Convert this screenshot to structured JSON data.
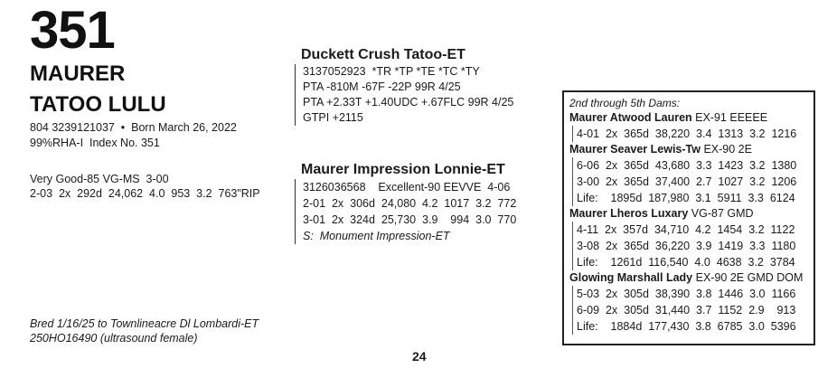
{
  "animal": {
    "lot_number": "351",
    "name_line1": "MAURER",
    "name_line2": "TATOO LULU",
    "id_line": "804 3239121037  •  Born March 26, 2022",
    "rha_line": "99%RHA-I  Index No. 351",
    "classification": "Very Good-85 VG-MS  3-00",
    "record": "2-03  2x  292d  24,062  4.0  953  3.2  763\"RIP"
  },
  "bred": {
    "line1": "Bred 1/16/25 to Townlineacre Dl Lombardi-ET",
    "line2": "250HO16490 (ultrasound female)"
  },
  "sire": {
    "name": "Duckett Crush Tatoo-ET",
    "lines": [
      "3137052923  *TR *TP *TE *TC *TY",
      "PTA -810M -67F -22P 99R 4/25",
      "PTA +2.33T +1.40UDC +.67FLC 99R 4/25",
      "GTPI +2115"
    ]
  },
  "dam": {
    "name": "Maurer Impression Lonnie-ET",
    "lines": [
      "3126036568    Excellent-90 EEVVE  4-06",
      "2-01  2x  306d  24,080  4.2  1017  3.2  772",
      "3-01  2x  324d  25,730  3.9    994  3.0  770"
    ],
    "sire_line": "S:  Monument Impression-ET"
  },
  "dams_box": {
    "heading": "2nd through 5th Dams:",
    "dams": [
      {
        "name": "Maurer Atwood Lauren",
        "class": " EX-91 EEEEE",
        "records": [
          "4-01  2x  365d  38,220  3.4  1313  3.2  1216"
        ]
      },
      {
        "name": "Maurer Seaver Lewis-Tw",
        "class": " EX-90 2E",
        "records": [
          "6-06  2x  365d  43,680  3.3  1423  3.2  1380",
          "3-00  2x  365d  37,400  2.7  1027  3.2  1206",
          "Life:    1895d  187,980  3.1  5911  3.3  6124"
        ]
      },
      {
        "name": "Maurer Lheros Luxary",
        "class": " VG-87 GMD",
        "records": [
          "4-11  2x  357d  34,710  4.2  1454  3.2  1122",
          "3-08  2x  365d  36,220  3.9  1419  3.3  1180",
          "Life:    1261d  116,540  4.0  4638  3.2  3784"
        ]
      },
      {
        "name": "Glowing Marshall Lady",
        "class": " EX-90 2E GMD DOM",
        "records": [
          "5-03  2x  305d  38,390  3.8  1446  3.0  1166",
          "6-09  2x  305d  31,440  3.7  1152  2.9    913",
          "Life:    1884d  177,430  3.8  6785  3.0  5396"
        ]
      }
    ]
  },
  "page_number": "24"
}
